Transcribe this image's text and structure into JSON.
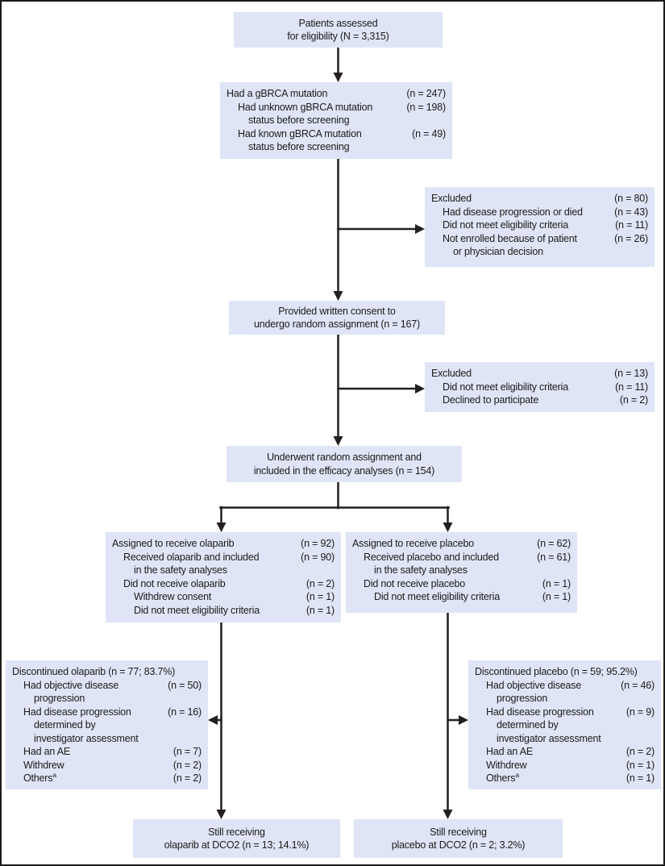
{
  "colors": {
    "box_fill": "#dfe5f6",
    "line": "#231f20",
    "text": "#1c1b1a",
    "border": "#1c1b1a",
    "background": "#ffffff"
  },
  "boxes": {
    "assessed": {
      "line1": "Patients assessed",
      "line2": "for eligibility (N = 3,315)"
    },
    "gbrca": {
      "rows": [
        {
          "text": "Had a gBRCA mutation",
          "value": "(n = 247)"
        },
        {
          "text": "Had unknown gBRCA mutation",
          "value": "(n = 198)"
        },
        {
          "text": "status before screening",
          "value": ""
        },
        {
          "text": "Had known gBRCA mutation",
          "value": "(n = 49)"
        },
        {
          "text": "status before screening",
          "value": ""
        }
      ]
    },
    "excluded1": {
      "rows": [
        {
          "text": "Excluded",
          "value": "(n = 80)"
        },
        {
          "text": "Had disease progression or died",
          "value": "(n = 43)"
        },
        {
          "text": "Did not meet eligibility criteria",
          "value": "(n = 11)"
        },
        {
          "text": "Not enrolled because of patient",
          "value": "(n = 26)"
        },
        {
          "text": "or physician decision",
          "value": ""
        }
      ]
    },
    "consent": {
      "line1": "Provided written consent to",
      "line2": "undergo random assignment (n = 167)"
    },
    "excluded2": {
      "rows": [
        {
          "text": "Excluded",
          "value": "(n = 13)"
        },
        {
          "text": "Did not meet eligibility criteria",
          "value": "(n = 11)"
        },
        {
          "text": "Declined to participate",
          "value": "(n = 2)"
        }
      ]
    },
    "randomized": {
      "line1": "Underwent random assignment and",
      "line2": "included in the efficacy analyses (n = 154)"
    },
    "olaparib": {
      "rows": [
        {
          "text": "Assigned to receive olaparib",
          "value": "(n = 92)"
        },
        {
          "text": "Received olaparib and included",
          "value": "(n = 90)"
        },
        {
          "text": "in the safety analyses",
          "value": ""
        },
        {
          "text": "Did not receive olaparib",
          "value": "(n = 2)"
        },
        {
          "text": "Withdrew consent",
          "value": "(n = 1)"
        },
        {
          "text": "Did not meet eligibility criteria",
          "value": "(n = 1)"
        }
      ]
    },
    "placebo": {
      "rows": [
        {
          "text": "Assigned to receive placebo",
          "value": "(n = 62)"
        },
        {
          "text": "Received placebo and included",
          "value": "(n = 61)"
        },
        {
          "text": "in the safety analyses",
          "value": ""
        },
        {
          "text": "Did not receive placebo",
          "value": "(n = 1)"
        },
        {
          "text": "Did not meet eligibility criteria",
          "value": "(n = 1)"
        }
      ]
    },
    "disc_olaparib": {
      "rows": [
        {
          "text": "Discontinued olaparib (n = 77; 83.7%)",
          "value": ""
        },
        {
          "text": "Had objective disease",
          "value": "(n = 50)"
        },
        {
          "text": "progression",
          "value": ""
        },
        {
          "text": "Had disease progression",
          "value": "(n = 16)"
        },
        {
          "text": "determined by",
          "value": ""
        },
        {
          "text": "investigator assessment",
          "value": ""
        },
        {
          "text": "Had an AE",
          "value": "(n = 7)"
        },
        {
          "text": "Withdrew",
          "value": "(n = 2)"
        },
        {
          "text": "Others",
          "sup": "a",
          "value": "(n = 2)"
        }
      ]
    },
    "disc_placebo": {
      "rows": [
        {
          "text": "Discontinued placebo (n = 59; 95.2%)",
          "value": ""
        },
        {
          "text": "Had objective disease",
          "value": "(n = 46)"
        },
        {
          "text": "progression",
          "value": ""
        },
        {
          "text": "Had disease progression",
          "value": "(n = 9)"
        },
        {
          "text": "determined by",
          "value": ""
        },
        {
          "text": "investigator assessment",
          "value": ""
        },
        {
          "text": "Had an AE",
          "value": "(n = 2)"
        },
        {
          "text": "Withdrew",
          "value": "(n = 1)"
        },
        {
          "text": "Others",
          "sup": "a",
          "value": "(n = 1)"
        }
      ]
    },
    "still_olaparib": {
      "line1": "Still receiving",
      "line2": "olaparib at DCO2 (n = 13; 14.1%)"
    },
    "still_placebo": {
      "line1": "Still receiving",
      "line2": "placebo at DCO2 (n = 2; 3.2%)"
    }
  }
}
